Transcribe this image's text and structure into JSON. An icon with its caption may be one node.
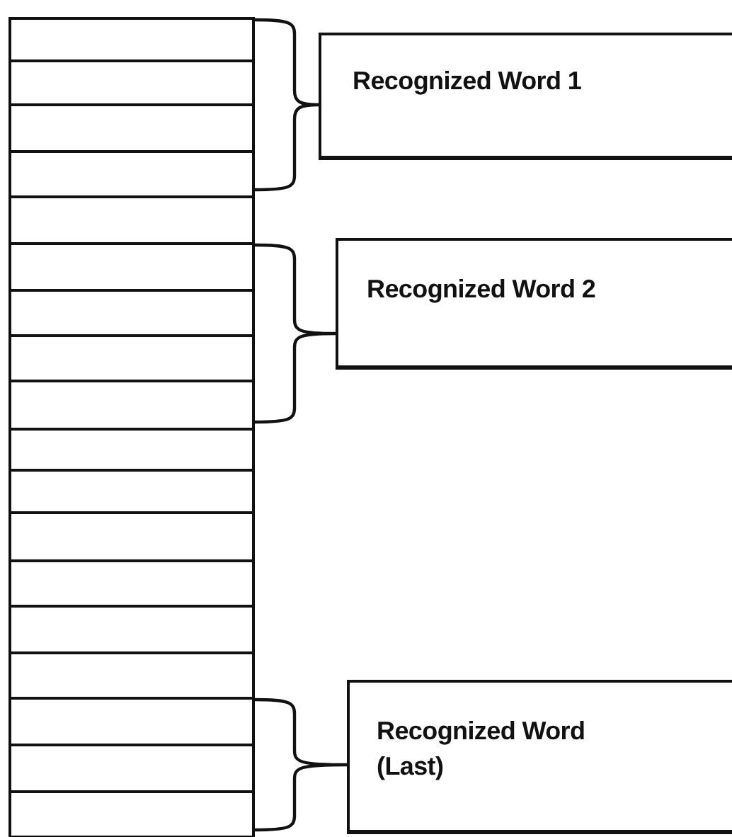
{
  "diagram": {
    "nodes": [
      {
        "text": [],
        "shape": "box"
      },
      {
        "text": [],
        "shape": "box"
      },
      {
        "text": [],
        "shape": "box"
      },
      {
        "text": [],
        "shape": "box"
      },
      {
        "text": [],
        "shape": "box"
      },
      {
        "text": [],
        "shape": "box"
      },
      {
        "text": [],
        "shape": "box"
      },
      {
        "text": [],
        "shape": "box"
      },
      {
        "text": [],
        "shape": "box"
      },
      {
        "text": [],
        "shape": "box"
      },
      {
        "text": [],
        "shape": "box"
      },
      {
        "text": [],
        "shape": "box"
      },
      {
        "text": [],
        "shape": "box"
      },
      {
        "text": [],
        "shape": "box"
      },
      {
        "text": [],
        "shape": "box"
      },
      {
        "text": [],
        "shape": "box"
      },
      {
        "text": [],
        "shape": "box"
      },
      {
        "text": [],
        "shape": "box"
      },
      {
        "text": [
          "Recognized Word 1"
        ]
      },
      {
        "text": [
          "Recognized Word 2"
        ]
      },
      {
        "text": [
          "Recognized Word (Last)"
        ]
      }
    ]
  }
}
